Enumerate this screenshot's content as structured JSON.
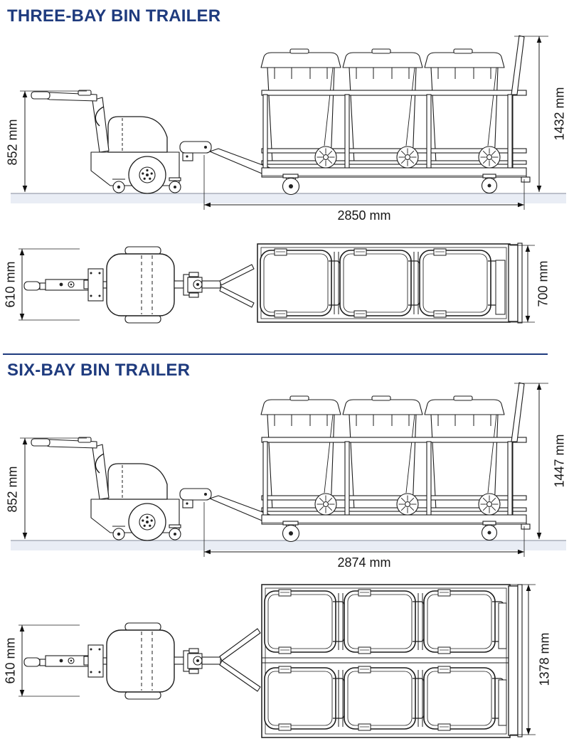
{
  "page": {
    "accent_color": "#1f3b7e",
    "ground_color": "#e9edf5",
    "line_color": "#1c1c1c"
  },
  "sections": [
    {
      "id": "three-bay",
      "title": "THREE-BAY BIN TRAILER",
      "side_view": {
        "bins_visible": 3,
        "labels": {
          "tug_height": "852 mm",
          "overall_height": "1432 mm",
          "overall_length": "2850 mm"
        }
      },
      "top_view": {
        "bin_rows": 1,
        "bin_columns": 3,
        "labels": {
          "tug_width": "610 mm",
          "trailer_width": "700 mm"
        }
      }
    },
    {
      "id": "six-bay",
      "title": "SIX-BAY BIN TRAILER",
      "side_view": {
        "bins_visible": 3,
        "labels": {
          "tug_height": "852 mm",
          "overall_height": "1447 mm",
          "overall_length": "2874 mm"
        }
      },
      "top_view": {
        "bin_rows": 2,
        "bin_columns": 3,
        "labels": {
          "tug_width": "610 mm",
          "trailer_width": "1378 mm"
        }
      }
    }
  ]
}
